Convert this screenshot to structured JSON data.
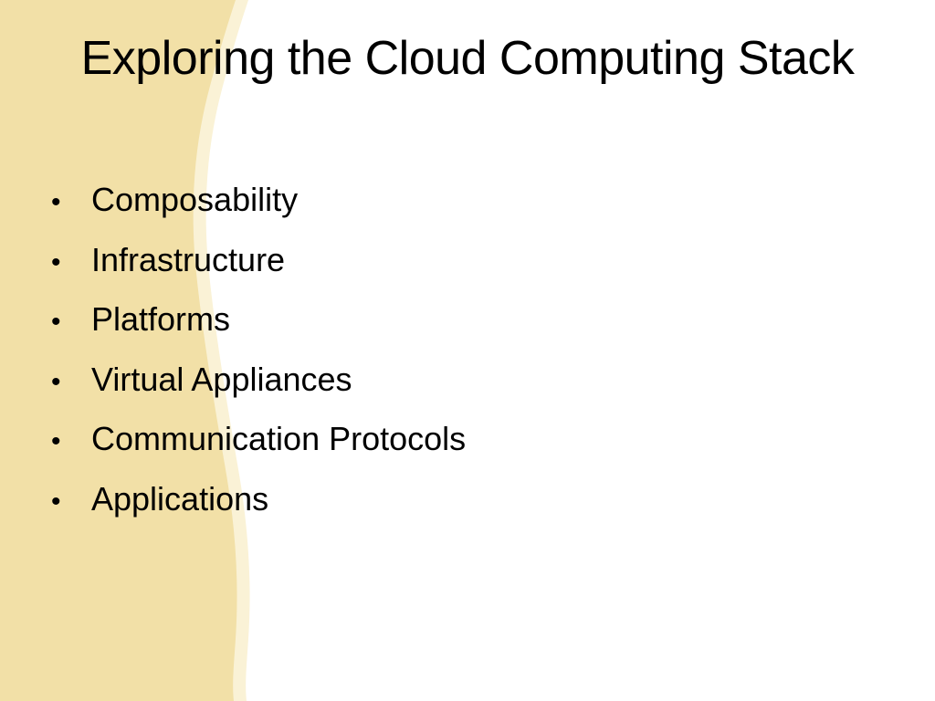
{
  "slide": {
    "title": "Exploring the Cloud Computing Stack",
    "bullets": [
      "Composability",
      "Infrastructure",
      "Platforms",
      "Virtual Appliances",
      "Communication Protocols",
      "Applications"
    ],
    "bullet_glyph": "•"
  },
  "colors": {
    "background": "#ffffff",
    "decor_band": "#f2e0a7",
    "decor_edge": "#faf2d6",
    "text": "#000000"
  }
}
